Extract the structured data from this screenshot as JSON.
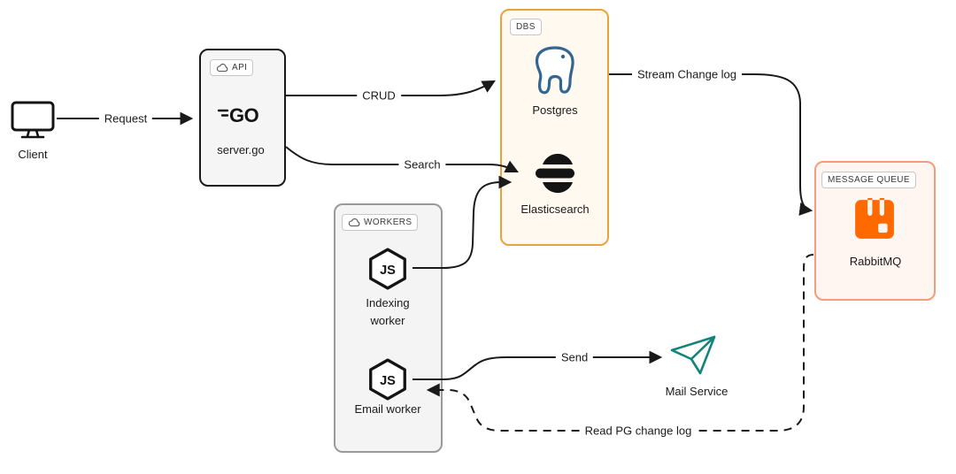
{
  "nodes": {
    "client": {
      "label": "Client"
    },
    "api": {
      "badge": "API",
      "logo_text": "GO",
      "label": "server.go"
    },
    "dbs": {
      "badge": "DBS",
      "postgres": {
        "label": "Postgres"
      },
      "elasticsearch": {
        "label": "Elasticsearch"
      }
    },
    "workers": {
      "badge": "WORKERS",
      "indexing": {
        "label": "Indexing worker",
        "logo_text": "JS"
      },
      "email": {
        "label": "Email worker",
        "logo_text": "JS"
      }
    },
    "message_queue": {
      "badge": "MESSAGE QUEUE",
      "label": "RabbitMQ"
    },
    "mail_service": {
      "label": "Mail Service"
    }
  },
  "edges": {
    "request": {
      "label": "Request"
    },
    "crud": {
      "label": "CRUD"
    },
    "search": {
      "label": "Search"
    },
    "stream_change_log": {
      "label": "Stream Change log"
    },
    "send": {
      "label": "Send"
    },
    "read_pg_change_log": {
      "label": "Read PG change log"
    }
  },
  "colors": {
    "line": "#1a1a1a",
    "api_box_border": "#1a1a1a",
    "api_box_fill": "#f5f5f5",
    "workers_box_border": "#9a9a9a",
    "workers_box_fill": "#f4f4f4",
    "dbs_box_border": "#e8a33d",
    "dbs_box_fill": "#fff9f0",
    "mq_box_border": "#f59c7a",
    "mq_box_fill": "#fff6f1",
    "rabbitmq_orange": "#ff6a00",
    "postgres_blue": "#336791",
    "elastic_black": "#141414",
    "mail_teal": "#12847c"
  }
}
